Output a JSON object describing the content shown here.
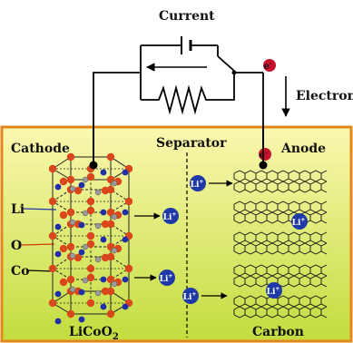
{
  "labels": {
    "current": "Current",
    "electrons": "Electrons",
    "separator": "Separator",
    "cathode": "Cathode",
    "anode": "Anode",
    "li": "Li",
    "o": "O",
    "co": "Co",
    "cathode_material_main": "LiCoO",
    "cathode_material_sub": "2",
    "carbon": "Carbon",
    "electron_symbol": "e",
    "electron_charge": "-",
    "li_ion": "Li",
    "li_ion_charge": "+"
  },
  "colors": {
    "panel_top": "#fbf8b0",
    "panel_bottom": "#c3dc3e",
    "panel_border": "#e2871c",
    "li_atom": "#1f2fa8",
    "o_atom": "#d9471c",
    "co_atom": "#9a9a9a",
    "ion": "#1f3aa6",
    "electron": "#c8102e",
    "li_text": "#2136b0",
    "o_text": "#d43a12"
  }
}
